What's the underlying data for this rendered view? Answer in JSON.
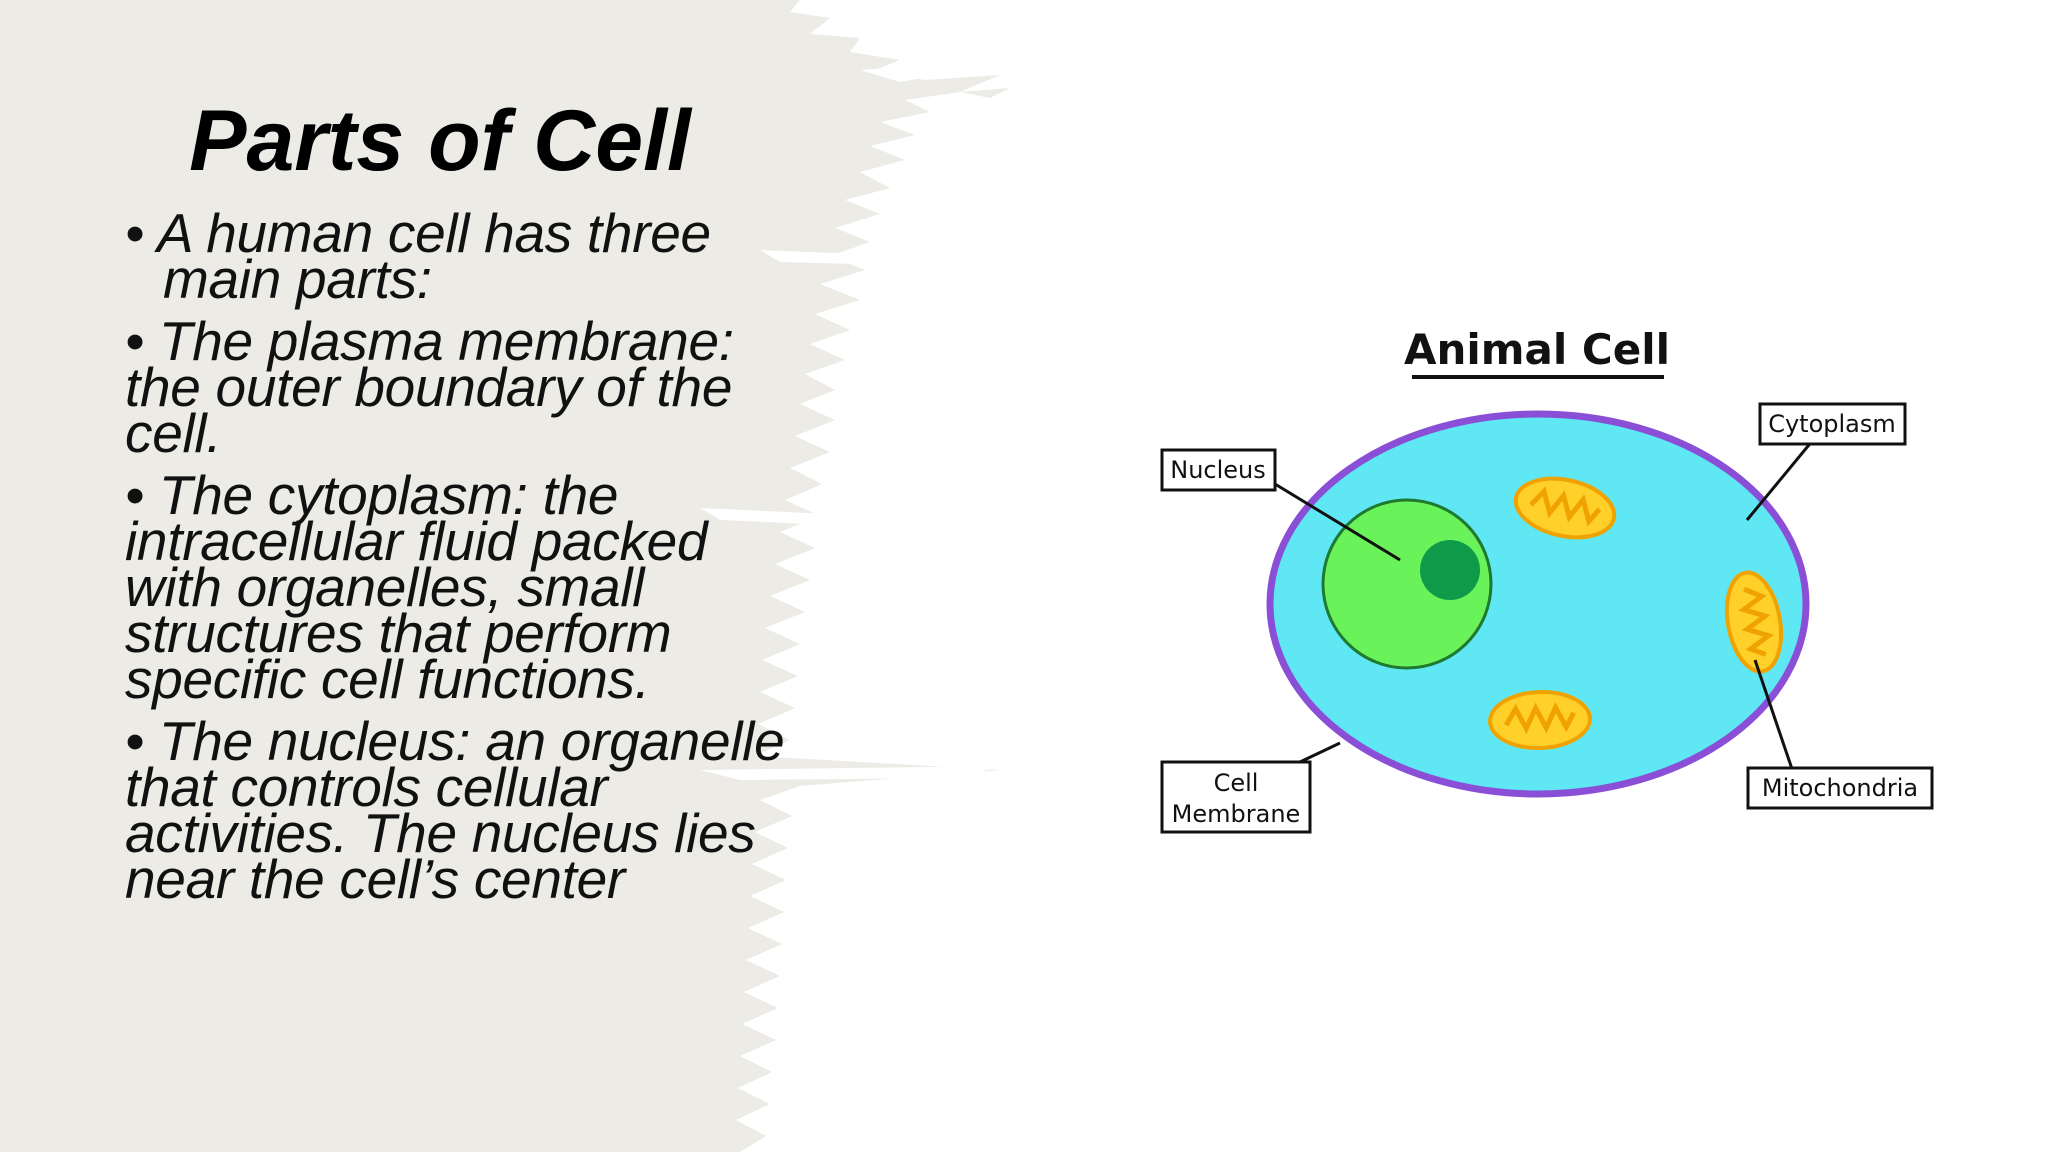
{
  "slide": {
    "title": "Parts of Cell",
    "bullets": [
      "• A human cell has three main parts:",
      "• The plasma membrane: the outer boundary of the cell.",
      "• The cytoplasm: the intracellular fluid packed with organelles, small structures that perform specific cell functions.",
      "• The nucleus: an organelle that controls cellular activities. The nucleus lies near the cell’s center"
    ]
  },
  "diagram": {
    "title": "Animal Cell",
    "labels": {
      "nucleus": "Nucleus",
      "cytoplasm": "Cytoplasm",
      "cell_membrane_line1": "Cell",
      "cell_membrane_line2": "Membrane",
      "mitochondria": "Mitochondria"
    },
    "colors": {
      "cytoplasm": "#5fe8f3",
      "membrane": "#8a4fd6",
      "nucleus": "#6af25a",
      "nucleolus": "#0f9a4a",
      "mitochondria": "#ffd02a",
      "panel": "#ecebe6"
    }
  }
}
